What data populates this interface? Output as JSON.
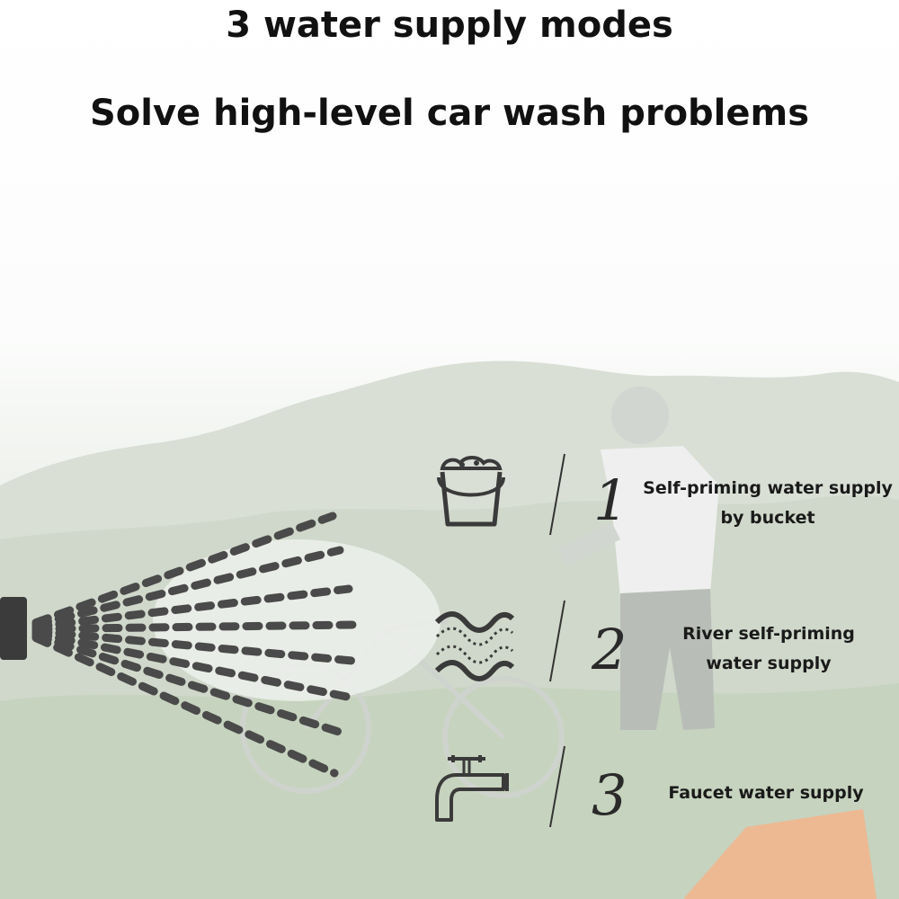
{
  "heading": {
    "title": "3 water supply modes",
    "subtitle": "Solve high-level car wash problems"
  },
  "modes": [
    {
      "number": "1",
      "icon": "bucket-icon",
      "label": "Self-priming water supply\nby bucket"
    },
    {
      "number": "2",
      "icon": "river-waves-icon",
      "label": "River self-priming\nwater supply"
    },
    {
      "number": "3",
      "icon": "faucet-icon",
      "label": "Faucet water supply"
    }
  ],
  "colors": {
    "text": "#111111",
    "icon_stroke": "#3a3a3a",
    "spray_dash": "#4a4a4a",
    "nozzle": "#3b3b3b",
    "accent_orange": "#f2b48c"
  }
}
